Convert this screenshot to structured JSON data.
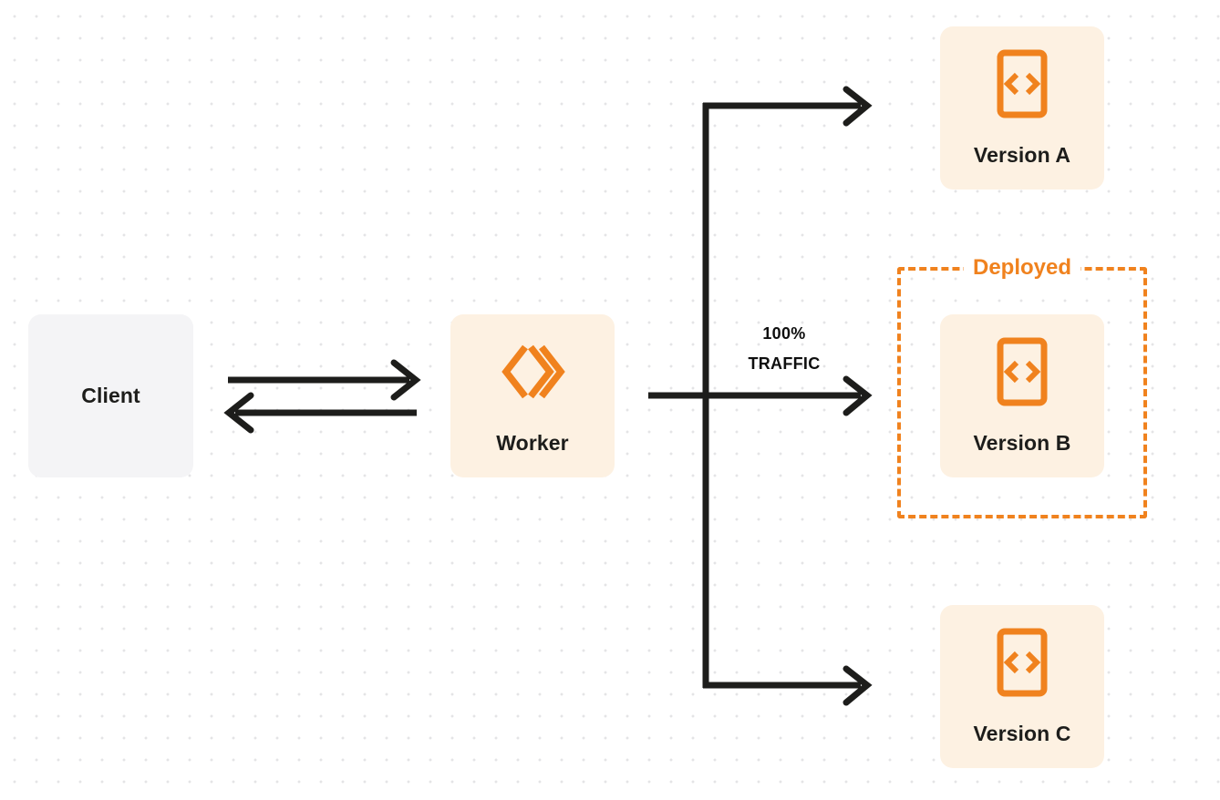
{
  "diagram": {
    "title": "Worker version traffic routing",
    "background": "#ffffff",
    "dot_grid_color": "#e4e4e6",
    "accent_color": "#f0821e",
    "node_fill_orange": "#fdf1e2",
    "node_fill_gray": "#f4f4f6",
    "edge_color": "#1d1d1b",
    "text_color": "#1d1d1b"
  },
  "nodes": {
    "client": {
      "label": "Client",
      "fill": "#f4f4f6"
    },
    "worker": {
      "label": "Worker",
      "icon": "cloudflare-workers-icon",
      "fill": "#fdf1e2"
    },
    "version_a": {
      "label": "Version A",
      "icon": "code-file-icon",
      "fill": "#fdf1e2"
    },
    "version_b": {
      "label": "Version B",
      "icon": "code-file-icon",
      "fill": "#fdf1e2"
    },
    "version_c": {
      "label": "Version C",
      "icon": "code-file-icon",
      "fill": "#fdf1e2"
    }
  },
  "groups": {
    "deployed": {
      "label": "Deployed",
      "border_color": "#f0821e",
      "border_style": "dashed"
    }
  },
  "edges": {
    "traffic": {
      "percent_line": "100%",
      "traffic_line": "TRAFFIC"
    },
    "client_to_worker": {
      "name": "request-arrow",
      "direction": "right"
    },
    "worker_to_client": {
      "name": "response-arrow",
      "direction": "left"
    },
    "worker_to_version_a": {
      "name": "branch-arrow-version-a",
      "direction": "right"
    },
    "worker_to_version_b": {
      "name": "branch-arrow-version-b",
      "direction": "right"
    },
    "worker_to_version_c": {
      "name": "branch-arrow-version-c",
      "direction": "right"
    }
  }
}
